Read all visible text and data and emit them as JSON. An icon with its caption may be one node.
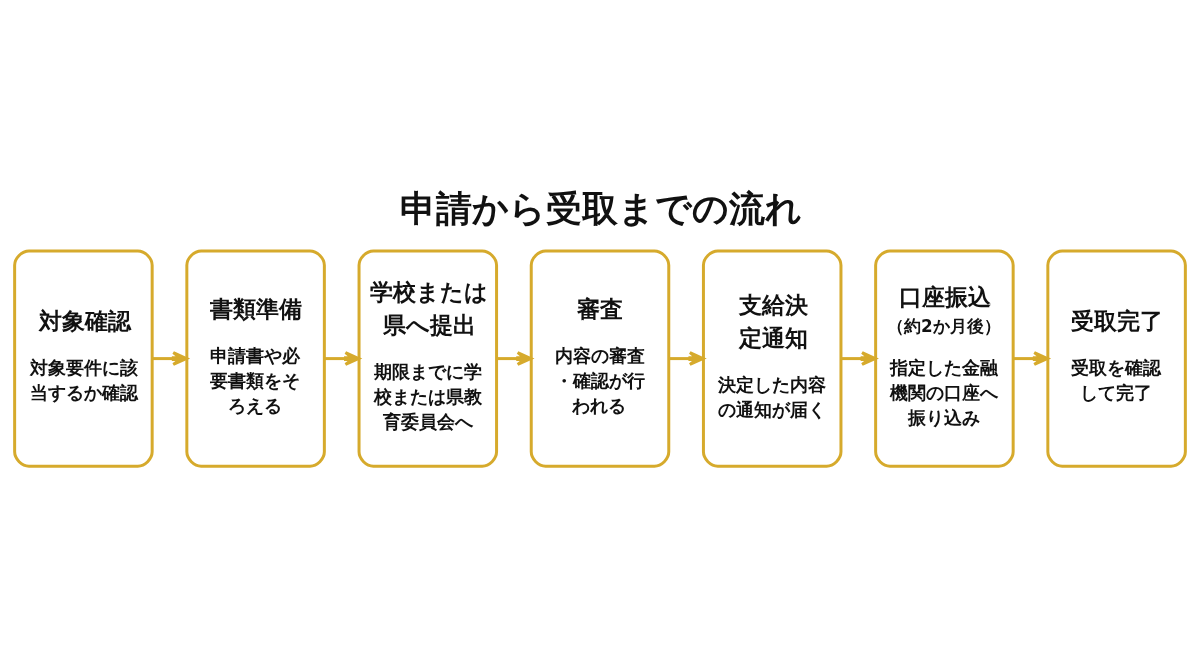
{
  "diagram": {
    "title": "申請から受取までの流れ",
    "nodes": [
      {
        "text": [
          "対象確認",
          "対象要件に該当するか確認"
        ]
      },
      {
        "text": [
          "書類準備",
          "申請書や必要書類をそろえる"
        ]
      },
      {
        "text": [
          "学校または県へ提出",
          "期限までに学校または県教育委員会へ"
        ]
      },
      {
        "text": [
          "審査",
          "内容の審査・確認が行われる"
        ]
      },
      {
        "text": [
          "支給決定通知",
          "決定した内容の通知が届く"
        ]
      },
      {
        "text": [
          "口座振込",
          "（約2か月後）",
          "指定した金融機関の口座へ振り込み"
        ]
      },
      {
        "text": [
          "受取完了",
          "受取を確認して完了"
        ]
      }
    ],
    "edges": [
      {
        "from": 0,
        "to": 1,
        "arrow": "to"
      },
      {
        "from": 1,
        "to": 2,
        "arrow": "to"
      },
      {
        "from": 2,
        "to": 3,
        "arrow": "to"
      },
      {
        "from": 3,
        "to": 4,
        "arrow": "to"
      },
      {
        "from": 4,
        "to": 5,
        "arrow": "to"
      },
      {
        "from": 5,
        "to": 6,
        "arrow": "to"
      }
    ]
  }
}
